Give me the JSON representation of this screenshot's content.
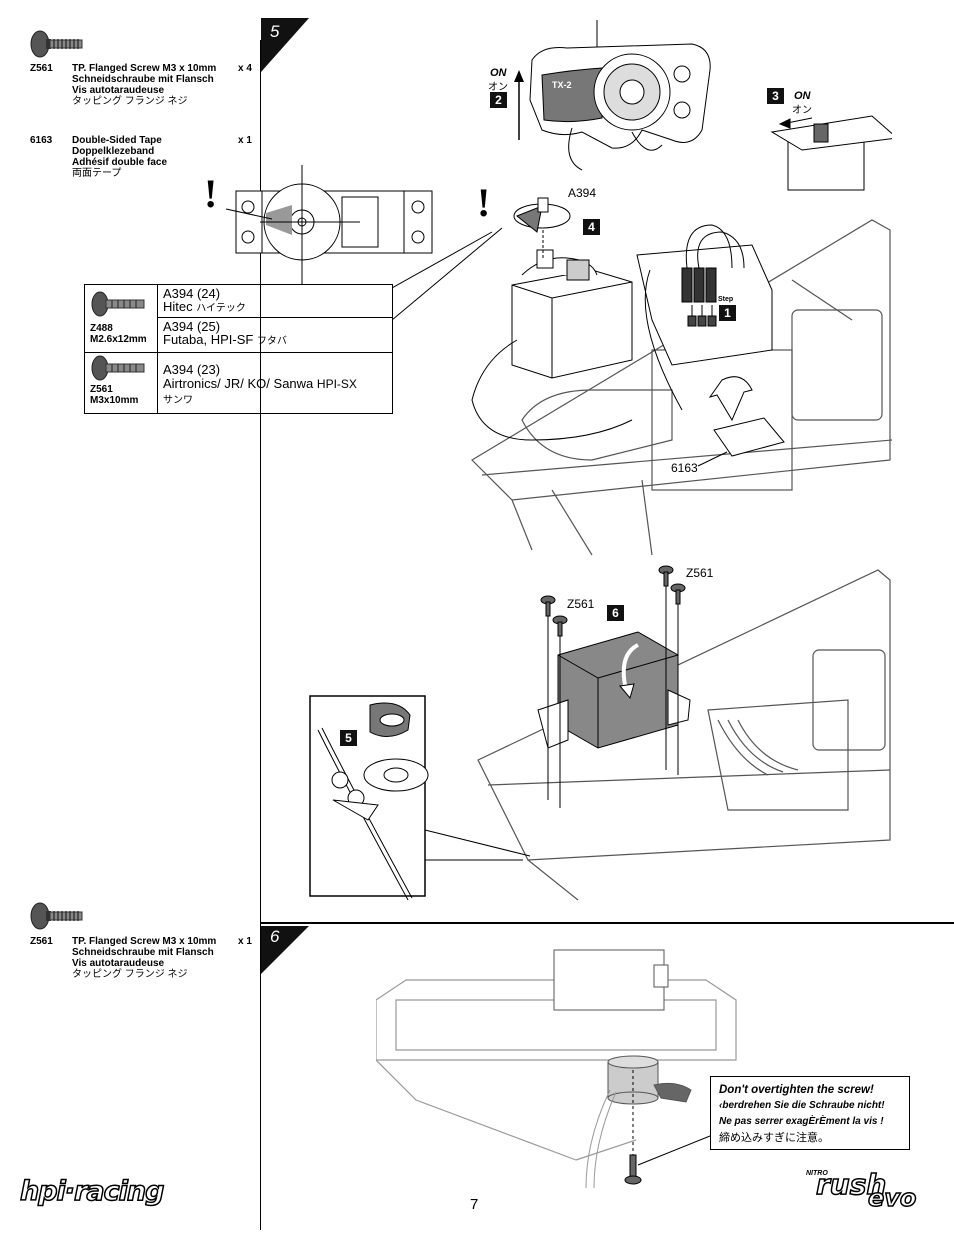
{
  "step5": {
    "number": "5",
    "parts": [
      {
        "code": "Z561",
        "lines": [
          "TP. Flanged Screw M3 x 10mm",
          "Schneidschraube mit Flansch",
          "Vis autotaraudeuse",
          "タッピング フランジ ネジ"
        ],
        "qty": "x 4"
      },
      {
        "code": "6163",
        "lines": [
          "Double-Sided Tape",
          "Doppelklezeband",
          "Adhésif double face",
          "両面テープ"
        ],
        "qty": "x 1"
      }
    ],
    "servo_table": {
      "rows": [
        {
          "screw_code": "Z488",
          "screw_size": "M2.6x12mm",
          "options": [
            {
              "code": "A394 (24)",
              "brand": "Hitec",
              "jp": "ハイテック"
            },
            {
              "code": "A394 (25)",
              "brand": "Futaba, HPI-SF",
              "jp": "フタバ"
            }
          ]
        },
        {
          "screw_code": "Z561",
          "screw_size": "M3x10mm",
          "options": [
            {
              "code": "A394 (23)",
              "brand": "Airtronics/ JR/ KO/ Sanwa",
              "jp": "HPI-SX",
              "jp2": "サンワ"
            }
          ]
        }
      ]
    },
    "labels": {
      "a394": "A394",
      "tape": "6163",
      "screw_a": "Z561",
      "screw_b": "Z561",
      "on_en": "ON",
      "on_jp": "オン",
      "on3_en": "ON",
      "on3_jp": "オン",
      "step_tag": "Step",
      "transmitter": "TX-2"
    },
    "callouts": [
      "1",
      "2",
      "3",
      "4",
      "5",
      "6"
    ]
  },
  "step6": {
    "number": "6",
    "parts": [
      {
        "code": "Z561",
        "lines": [
          "TP. Flanged Screw M3 x 10mm",
          "Schneidschraube mit Flansch",
          "Vis autotaraudeuse",
          "タッピング フランジ ネジ"
        ],
        "qty": "x 1"
      }
    ],
    "warning": {
      "en": "Don't overtighten the screw!",
      "de": "‹berdrehen Sie die Schraube nicht!",
      "fr": "Ne pas serrer exagÈrÈment la vis !",
      "jp": "締め込みすぎに注意。"
    }
  },
  "footer": {
    "brand": "hpi·racing",
    "page": "7",
    "product_top": "NITRO",
    "product_main": "rush",
    "product_sub": "evo"
  }
}
